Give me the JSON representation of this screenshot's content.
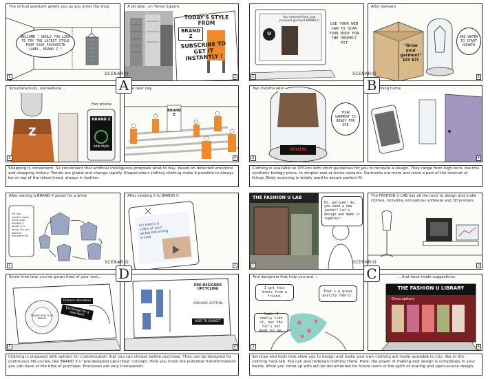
{
  "scenario_label": "SCENARIO",
  "scenarios": {
    "A": {
      "letter": "A",
      "panels": [
        {
          "caption": "The virtual assistant greets you as you enter the shop.",
          "number": "1",
          "bubble": "WELCOME ! WOULD YOU LIKE TO TRY THE LATEST STYLE FROM YOUR FAVOURITE LABEL, BRAND Z ?"
        },
        {
          "caption": "A bit later, on Times Square.",
          "number": "2",
          "sign_top": "TODAY'S STYLE FROM",
          "sign_brand": "BRAND Z",
          "sign_bottom": "SUBSCRIBE TO GET IT INSTANTLY !"
        },
        {
          "caption": "Simultaneously, somewhere...",
          "number": "3",
          "phone_label": "Her phone",
          "phone_brand": "BRAND Z",
          "phone_status": "new style"
        },
        {
          "caption": "The next day...",
          "number": "4",
          "sign": "BRAND Z"
        }
      ],
      "description": "Shopping is convenient. So convenient that artificial intelligence proposes what to buy, based on detected emotions and shopping history. Trends are global and change rapidly. Shape/colour shifting clothing make it possible to always be on top of the latest trend, always in fashion."
    },
    "B": {
      "letter": "B",
      "panels": [
        {
          "caption": "",
          "number": "1",
          "screen_text": "You selected from your prospect garment BRAND U",
          "bubble": "USE YOUR WEB CAM TO SCAN YOUR BODY FOR THE PERFECT FIT"
        },
        {
          "caption": "After delivery",
          "number": "2",
          "box_text": "\"Grow your garment\" DIY KIT",
          "bubble": "ADD WATER TO START GROWTH"
        },
        {
          "caption": "Two months later",
          "number": "3",
          "display": "GROWING",
          "bubble": "YOUR GARMENT IS READY FOR USE"
        },
        {
          "caption": "Returning home",
          "number": "4"
        }
      ],
      "description": "Clothing is available as DIY-kits with strict guidelines for you to recreate a design. They range from high-tech, like this synthetic biology piece, to simpler sew-at-home variants. Garments are more and more a part of the internet of things. Body scanning is widely used to assure perfect fit."
    },
    "D": {
      "letter": "D",
      "panels": [
        {
          "caption": "After owning a BRAND X jacket for a while",
          "number": "1",
          "phone_text": "Hi! You haven't been using your BRAND X jacket in a while. Do you want to transform it?"
        },
        {
          "caption": "After sending it to BRAND X",
          "number": "2",
          "tablet_text": "Hi! Here's a video of your jacket becoming a vest."
        },
        {
          "caption": "Some time later you've grown tired of your vest...",
          "number": "3",
          "button1": "Choose alteration",
          "button2": "Exchange for a new item",
          "dial": "TRANSFORM YOUR BRAND"
        },
        {
          "caption": "",
          "number": "4",
          "screen_heading": "PRE-DESIGNED UPCYCLING",
          "screen_option": "ORGANIC COTTON",
          "screen_button": "ADD TO BASKET"
        }
      ],
      "description": "Clothing is proposed with options for customization that you can choose before purchase. They can be designed for continuous life-cycles, like BRAND X's \"pre-designed upcycling\" concept. Here you know the potential transformations you can have at the time of purchase. Processes are very transparent."
    },
    "C": {
      "letter": "C",
      "panels": [
        {
          "caption": "",
          "number": "1",
          "storefront": "THE FASHION U LAB",
          "bubble": "Hi, welcome! So, you need a new jacket? Let's design and make it together!"
        },
        {
          "caption": "The FASHION U LAB has all the tools to design and make clothes, including simulations software and 3D printers.",
          "number": "2"
        },
        {
          "caption": "And designers that help you and ...",
          "number": "3",
          "bubble1": "I got this dress from a friend.",
          "bubble2": "That's a great quality fabric.",
          "bubble3": "Yeah, I really like it, but the fit's not good for me."
        },
        {
          "caption": "... that have made suggestions.",
          "number": "4",
          "screen_title": "THE FASHION U LIBRARY",
          "screen_subtitle": "Dress options"
        }
      ],
      "description": "Services and tools that allow you to design and make your own clothing are made available to you, like in this clothing hack-lab. You can also redesign clothing there. Here, the power of making and design is completely in your hands. What you come up with will be documented for future users in the spirit of sharing and open-source design."
    }
  },
  "colors": {
    "accent_orange": "#f0892a",
    "ink": "#2a2a2a",
    "paper": "#fbfbf8",
    "purple_door": "#a397bf",
    "store_green": "#3e4a2a",
    "library_red": "#8c2b2b"
  },
  "icons": [
    "hanger-icon",
    "laptop-icon",
    "phone-icon",
    "dome-icon",
    "door-icon",
    "printer-icon",
    "mannequin-icon"
  ]
}
